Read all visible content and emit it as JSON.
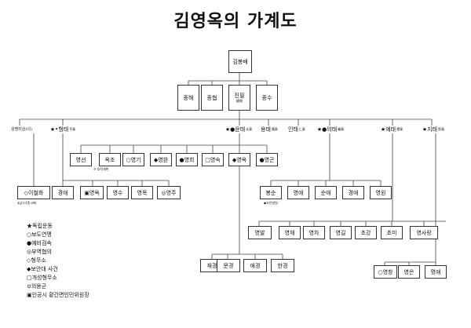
{
  "title": "김영옥의 가계도",
  "root": "김봉배",
  "gen1": [
    "종해",
    "종협",
    "진필",
    "종수"
  ],
  "gen1_sub": "鎭弼",
  "gen2": {
    "a": "성명미상(녀)",
    "b_name": "형태",
    "b_sub": "亨泰",
    "c_name": "윤태",
    "c_sub": "允泰",
    "d_name": "용태",
    "d_sub": "龍泰",
    "e_name": "인태",
    "e_sub": "仁泰",
    "f_name": "의태",
    "f_sub": "義泰",
    "g_name": "예태",
    "g_sub": "禮泰",
    "h_name": "지태",
    "h_sub": "智泰"
  },
  "bullets": {
    "star": "★",
    "diamond": "◆",
    "diamond_black": "◆",
    "dot_black": "●",
    "dot_ring": "⊙"
  },
  "c_children": [
    "영선",
    "옥조",
    "○영기",
    "◆영완",
    "●영희",
    "□영숙",
    "◆영옥",
    "●영곤"
  ],
  "c_child_note": "⊙ 호적개편",
  "b_children": [
    "경애",
    "▣영옥",
    "영수",
    "영목",
    "◎영주"
  ],
  "a_child": "◇이철화",
  "a_child_note": "4남1녀중 6째",
  "f_children": [
    "봉순",
    "영애",
    "순애",
    "경애",
    "영원"
  ],
  "f_child_note": "◆보안병원",
  "g_children": [
    "영발",
    "영채",
    "영차",
    "영길",
    "초강",
    "초미",
    "영사랑"
  ],
  "c_grandchildren": [
    "재경",
    "문경",
    "애경",
    "한경"
  ],
  "h_children": [
    "○영창",
    "영은",
    "명애"
  ],
  "legend": [
    "★독립운동",
    "○보도연맹",
    "●예비검속",
    "◎부역협의",
    "◇형무소",
    "◆보안대 사건",
    "□개성형무소",
    "⊙의용군",
    "▣인공시 황간면인민위원장"
  ]
}
